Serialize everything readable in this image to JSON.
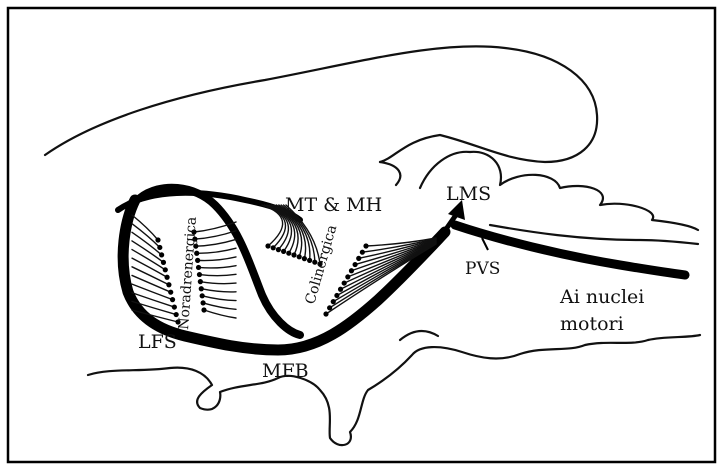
{
  "labels": {
    "mt_mh": "MT & MH",
    "lms": "LMS",
    "pvs": "PVS",
    "ai_nuclei": "Ai nuclei",
    "motori": "motori",
    "lfs": "LFS",
    "mfb": "MFB",
    "noradrenergica": "Noradrenergica",
    "colinergica": "Colinergica"
  },
  "colors": {
    "ink": "#111111",
    "background": "#ffffff",
    "frame": "#000000"
  }
}
